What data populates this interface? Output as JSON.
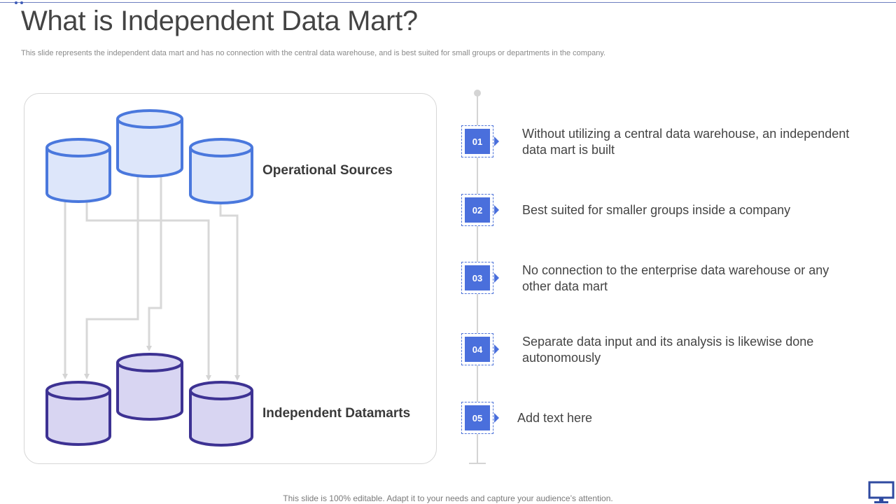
{
  "slide": {
    "title": "What is Independent Data Mart?",
    "subtitle": "This slide represents the independent data mart and has no connection with the central data warehouse, and is best suited for small groups or departments in the company.",
    "footer": "This slide is 100% editable. Adapt it to your needs and capture your audience’s attention."
  },
  "diagram": {
    "top_label": "Operational Sources",
    "bottom_label": "Independent Datamarts",
    "source_color": "#4a78dd",
    "source_fill": "#dde6fa",
    "mart_color": "#3d3293",
    "mart_fill": "#d8d5f2",
    "connector_color": "#d4d4d4"
  },
  "steps": [
    {
      "number": "01",
      "text": "Without utilizing a central data warehouse, an independent data mart is built"
    },
    {
      "number": "02",
      "text": "Best suited for smaller groups inside a company"
    },
    {
      "number": "03",
      "text": "No connection to the enterprise data warehouse or any other data mart"
    },
    {
      "number": "04",
      "text": "Separate data input and its analysis is likewise done autonomously"
    },
    {
      "number": "05",
      "text": "Add text here"
    }
  ],
  "icons": {
    "corner": "monitor-icon"
  }
}
